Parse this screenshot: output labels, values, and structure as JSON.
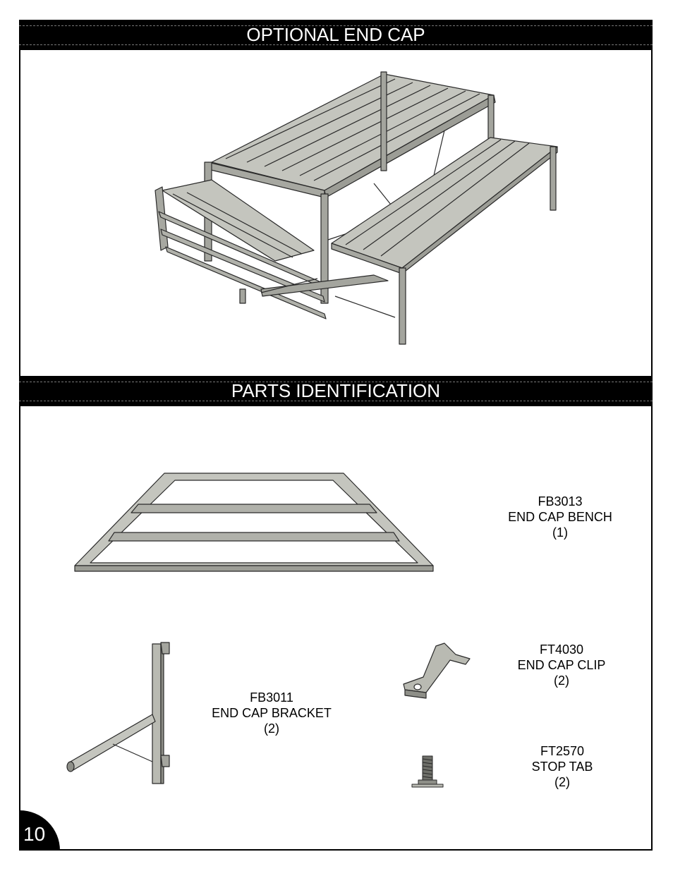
{
  "sections": {
    "optional_end_cap": "OPTIONAL END CAP",
    "parts_identification": "PARTS IDENTIFICATION"
  },
  "parts": [
    {
      "code": "FB3013",
      "name": "END CAP BENCH",
      "qty": "(1)"
    },
    {
      "code": "FB3011",
      "name": "END CAP BRACKET",
      "qty": "(2)"
    },
    {
      "code": "FT4030",
      "name": "END CAP CLIP",
      "qty": "(2)"
    },
    {
      "code": "FT2570",
      "name": "STOP TAB",
      "qty": "(2)"
    }
  ],
  "page_number": "10",
  "colors": {
    "metal": "#b9bab2",
    "metal_dark": "#8e8f88",
    "outline": "#2a2a2a",
    "band": "#000000"
  }
}
